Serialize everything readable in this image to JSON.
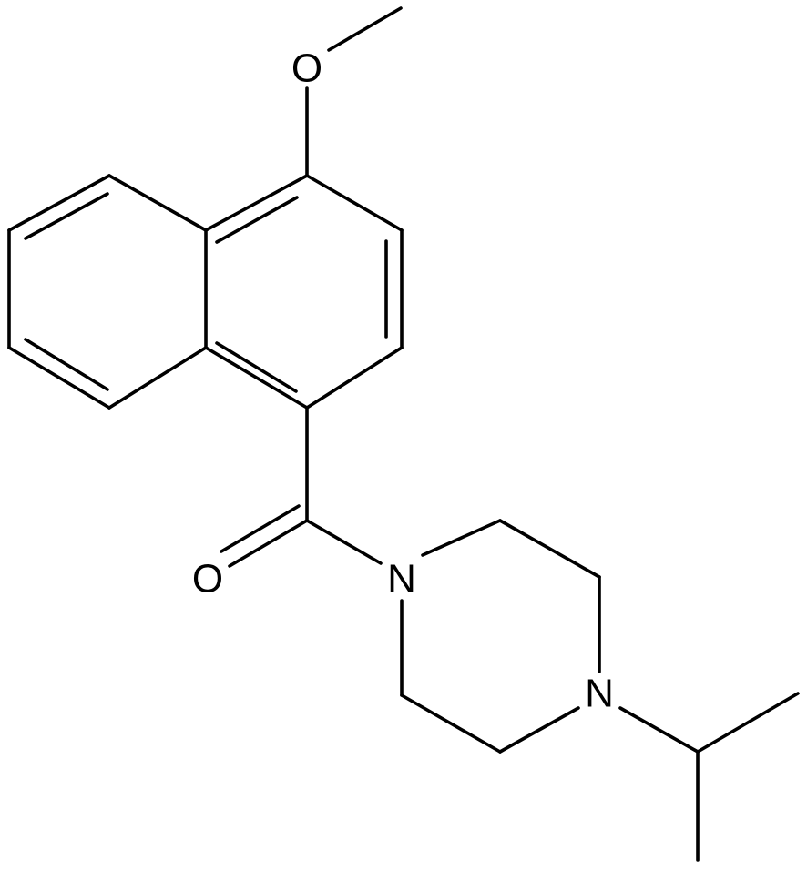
{
  "structure": {
    "atoms": {
      "methoxy_O": "O",
      "carbonyl_O": "O",
      "N_amide": "N",
      "N_isopropyl": "N"
    }
  },
  "colors": {
    "bond": "#000000",
    "label": "#000000",
    "background": "#ffffff"
  }
}
